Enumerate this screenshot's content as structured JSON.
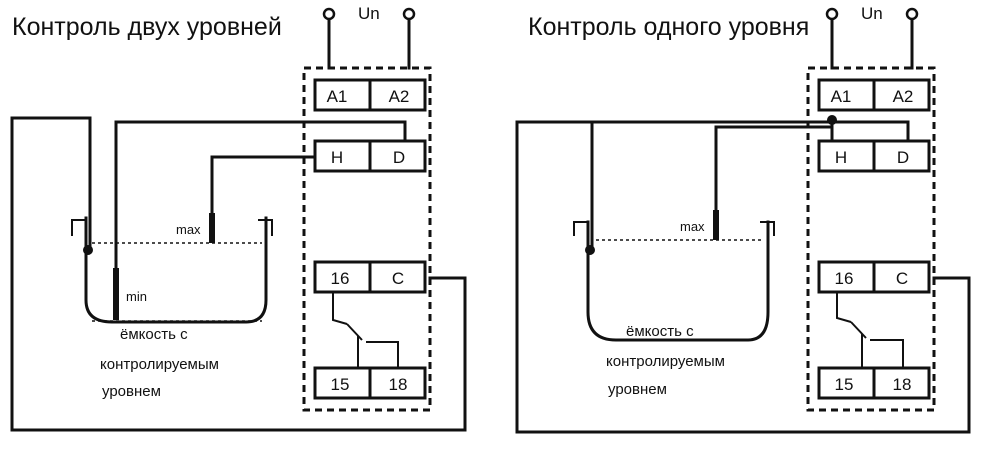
{
  "left": {
    "title": "Контроль двух уровней",
    "supply_label": "Un",
    "terminals": {
      "a1": "A1",
      "a2": "A2",
      "h": "H",
      "d": "D",
      "t16": "16",
      "c": "C",
      "t15": "15",
      "t18": "18"
    },
    "probe_max": "max",
    "probe_min": "min",
    "tank_caption": [
      "ёмкость с",
      "контролируемым",
      "уровнем"
    ]
  },
  "right": {
    "title": "Контроль одного уровня",
    "supply_label": "Un",
    "terminals": {
      "a1": "A1",
      "a2": "A2",
      "h": "H",
      "d": "D",
      "t16": "16",
      "c": "C",
      "t15": "15",
      "t18": "18"
    },
    "probe_max": "max",
    "tank_caption": [
      "ёмкость с",
      "контролируемым",
      "уровнем"
    ]
  }
}
